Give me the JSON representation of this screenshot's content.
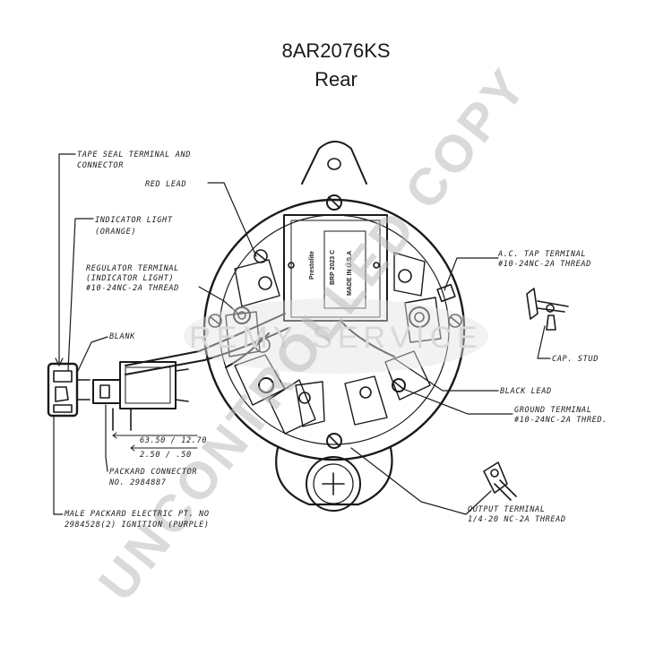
{
  "title": "8AR2076KS",
  "subtitle": "Rear",
  "watermark": "UNCONTROLLED COPY",
  "watermark_logo": "REMY SERVICE",
  "regulator": {
    "brand": "Prestolite",
    "part": "BRP 2023 C",
    "made": "MADE IN U.S.A"
  },
  "labels": {
    "tape_seal_1": "TAPE SEAL TERMINAL AND",
    "tape_seal_2": "CONNECTOR",
    "red_lead": "RED LEAD",
    "indicator_1": "INDICATOR LIGHT",
    "indicator_2": "(ORANGE)",
    "reg_term_1": "REGULATOR TERMINAL",
    "reg_term_2": "(INDICATOR LIGHT)",
    "reg_term_3": "#10-24NC-2A THREAD",
    "blank": "BLANK",
    "ac_tap_1": "A.C. TAP TERMINAL",
    "ac_tap_2": "#10-24NC-2A THREAD",
    "cap_stud": "CAP. STUD",
    "black_lead": "BLACK LEAD",
    "ground_1": "GROUND TERMINAL",
    "ground_2": "#10-24NC-2A THRED.",
    "dim_1": "63.50 / 12.70",
    "dim_2": "2.50 / .50",
    "packard_1": "PACKARD CONNECTOR",
    "packard_2": "NO. 2984887",
    "male_1": "MALE PACKARD ELECTRIC PT. NO",
    "male_2": "2984528(2) IGNITION (PURPLE)",
    "output_1": "OUTPUT TERMINAL",
    "output_2": "1/4-20 NC-2A THREAD"
  },
  "colors": {
    "ink": "#1a1a1a",
    "watermark": "#bdbdbd"
  }
}
